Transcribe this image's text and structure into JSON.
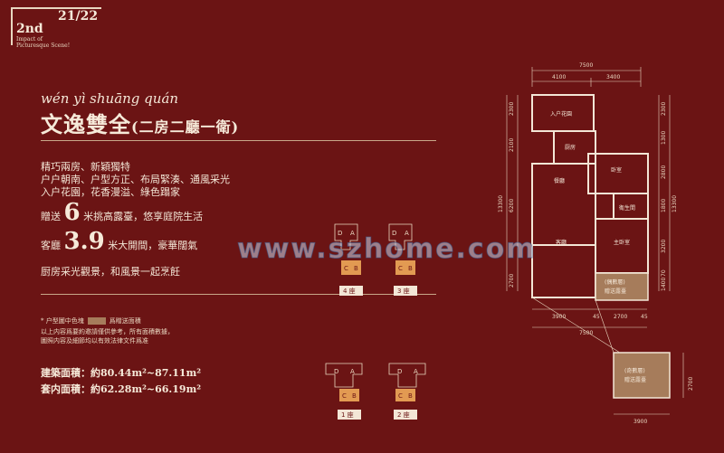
{
  "header": {
    "edition": "2nd",
    "page": "21/22",
    "tagline_1": "Impact of",
    "tagline_2": "Picturesque Scene!"
  },
  "unit": {
    "pinyin": "wén yì shuāng quán",
    "name": "文逸雙全",
    "type": "(二房二廳一衛)"
  },
  "features": [
    "精巧兩房、新穎獨特",
    "户户朝南、户型方正、布局緊湊、通風采光",
    "入户花園，花香漫溢、綠色蹋家"
  ],
  "highlights": {
    "gift_prefix": "贈送",
    "gift_number": "6",
    "gift_suffix": "米挑高露臺，悠享庭院生活",
    "hall_prefix": "客廳",
    "hall_number": "3.9",
    "hall_suffix": "米大開間，豪華闊氣",
    "kitchen": "厨房采光觀景，和風景一起烹飪"
  },
  "notes": {
    "legend_prefix": "* 户型圖中色塊",
    "legend_suffix": "爲贈送面積",
    "line1": "以上内容爲要約邀請僅供參考，所有面積數據，",
    "line2": "圖照内容及細節均以有效法律文件爲准"
  },
  "areas": {
    "build": "建築面積：約80.44m²~87.11m²",
    "inner": "套内面積：約62.28m²~66.19m²"
  },
  "keyplans": {
    "top_left_label": "4 座",
    "top_right_label": "3 座",
    "bottom_left_label": "1 座",
    "bottom_right_label": "2 座",
    "d": "D",
    "a": "A",
    "c": "C",
    "b": "B"
  },
  "floorplan": {
    "dims_top": {
      "total": "7500",
      "left": "4100",
      "right": "3400"
    },
    "dims_bottom": {
      "total": "7500",
      "left": "3900",
      "mid_gap1": "45",
      "mid": "2700",
      "mid_gap2": "45"
    },
    "dims_left": {
      "a": "2300",
      "b": "2100",
      "total": "13300",
      "c": "6200",
      "d": "2700"
    },
    "dims_right": {
      "a": "2300",
      "b": "1300",
      "c": "2800",
      "d": "1800",
      "total": "13300",
      "e": "3200",
      "f": "1400",
      "g": "70"
    },
    "rooms": {
      "entry_garden": "入户花園",
      "kitchen": "厨房",
      "bedroom": "卧室",
      "dining": "餐廳",
      "bathroom": "衛生間",
      "living": "客廳",
      "master": "主卧室",
      "even_floor": "(偶數層)",
      "gift_terrace": "贈送露臺",
      "odd_floor": "(奇數層)",
      "gift_terrace2": "贈送露臺"
    },
    "terrace_dims": {
      "width": "3900",
      "height": "2700"
    }
  },
  "watermark": "www.szhome.com",
  "colors": {
    "background": "#6b1414",
    "gift_area": "#a67c5b",
    "keyplan_unit": "#e29a52"
  }
}
